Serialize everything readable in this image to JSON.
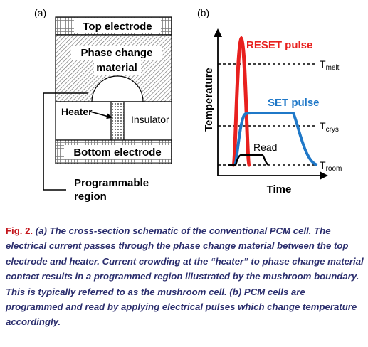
{
  "panel_a": {
    "label": "(a)",
    "top_electrode": "Top electrode",
    "phase_change_line1": "Phase change",
    "phase_change_line2": "material",
    "heater": "Heater",
    "insulator": "Insulator",
    "bottom_electrode": "Bottom electrode",
    "region_line1": "Programmable",
    "region_line2": "region"
  },
  "panel_b": {
    "label": "(b)",
    "ylabel": "Temperature",
    "xlabel": "Time",
    "reset_label": "RESET pulse",
    "set_label": "SET pulse",
    "read_label": "Read",
    "t_melt": "T",
    "t_melt_sub": "melt",
    "t_crys": "T",
    "t_crys_sub": "crys",
    "t_room": "T",
    "t_room_sub": "room"
  },
  "colors": {
    "reset": "#e8201e",
    "set": "#1f78c8",
    "read": "#000000",
    "caption_text": "#2c2f6e",
    "fig_label": "#c4161c"
  },
  "caption": {
    "fig_label": "Fig. 2.",
    "text": "(a) The cross-section schematic of the conventional PCM cell. The electrical current passes through the phase change material between the top electrode and heater. Current crowding at the “heater” to phase change material contact results in a programmed region illustrated by the mushroom boundary. This is typically referred to as the mushroom cell. (b) PCM cells are programmed and read by applying electrical pulses which change temperature accordingly."
  }
}
